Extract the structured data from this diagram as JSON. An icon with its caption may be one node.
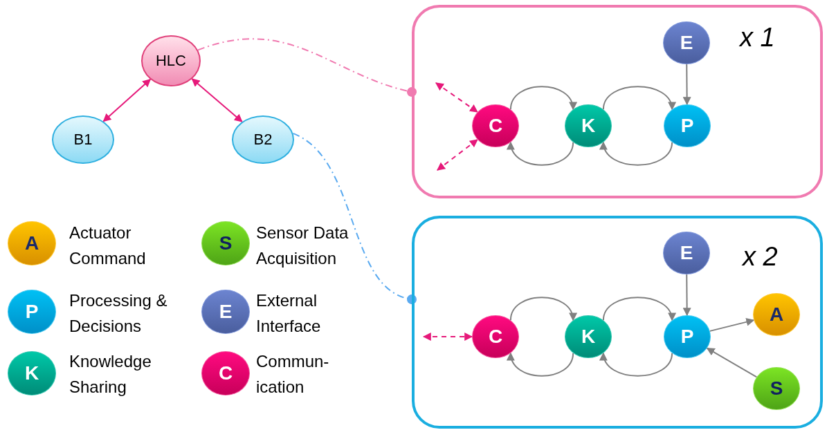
{
  "diagram": {
    "nodes": [
      {
        "text": [
          "HLC"
        ]
      },
      {
        "text": [
          "B1"
        ]
      },
      {
        "text": [
          "B2"
        ]
      },
      {
        "text": [
          "x 1"
        ]
      },
      {
        "text": [
          "C"
        ],
        "in": 3
      },
      {
        "text": [
          "K"
        ],
        "in": 3
      },
      {
        "text": [
          "P"
        ],
        "in": 3
      },
      {
        "text": [
          "E"
        ],
        "in": 3
      },
      {
        "text": [
          "x 2"
        ]
      },
      {
        "text": [
          "C"
        ],
        "in": 8
      },
      {
        "text": [
          "K"
        ],
        "in": 8
      },
      {
        "text": [
          "P"
        ],
        "in": 8
      },
      {
        "text": [
          "E"
        ],
        "in": 8
      },
      {
        "text": [
          "A"
        ],
        "in": 8
      },
      {
        "text": [
          "S"
        ],
        "in": 8
      },
      {
        "text": [
          "A"
        ],
        "beside": [
          "Actuator Command"
        ]
      },
      {
        "text": [
          "S"
        ],
        "beside": [
          "Sensor Data Acquisition"
        ]
      },
      {
        "text": [
          "P"
        ],
        "beside": [
          "Processing & Decisions"
        ]
      },
      {
        "text": [
          "E"
        ],
        "beside": [
          "External Interface"
        ]
      },
      {
        "text": [
          "K"
        ],
        "beside": [
          "Knowledge Sharing"
        ]
      },
      {
        "text": [
          "C"
        ],
        "beside": [
          "Commun- ication"
        ]
      }
    ],
    "edges": [
      {
        "from": 0,
        "to": 1,
        "arrow": "both",
        "color": "#e6197a"
      },
      {
        "from": 0,
        "to": 2,
        "arrow": "both",
        "color": "#e6197a"
      },
      {
        "from": 0,
        "to": 3,
        "arrow": "other",
        "style": "dashed",
        "color": "#f07ab0"
      },
      {
        "from": 2,
        "to": 8,
        "arrow": "other",
        "style": "dashed",
        "color": "#5aaaf0"
      },
      {
        "from": null,
        "to": 4,
        "arrow": "both",
        "style": "dashed",
        "color": "#e6197a"
      },
      {
        "from": null,
        "to": 4,
        "arrow": "both",
        "style": "dashed",
        "color": "#e6197a"
      },
      {
        "from": 4,
        "to": 5,
        "arrow": "to"
      },
      {
        "from": 5,
        "to": 4,
        "arrow": "to"
      },
      {
        "from": 5,
        "to": 6,
        "arrow": "to"
      },
      {
        "from": 6,
        "to": 5,
        "arrow": "to"
      },
      {
        "from": 7,
        "to": 6,
        "arrow": "to"
      },
      {
        "from": null,
        "to": 9,
        "arrow": "both",
        "style": "dashed",
        "color": "#e6197a"
      },
      {
        "from": 9,
        "to": 10,
        "arrow": "to"
      },
      {
        "from": 10,
        "to": 9,
        "arrow": "to"
      },
      {
        "from": 10,
        "to": 11,
        "arrow": "to"
      },
      {
        "from": 11,
        "to": 10,
        "arrow": "to"
      },
      {
        "from": 12,
        "to": 11,
        "arrow": "to"
      },
      {
        "from": 11,
        "to": 13,
        "arrow": "to"
      },
      {
        "from": 14,
        "to": 11,
        "arrow": "to"
      }
    ]
  }
}
